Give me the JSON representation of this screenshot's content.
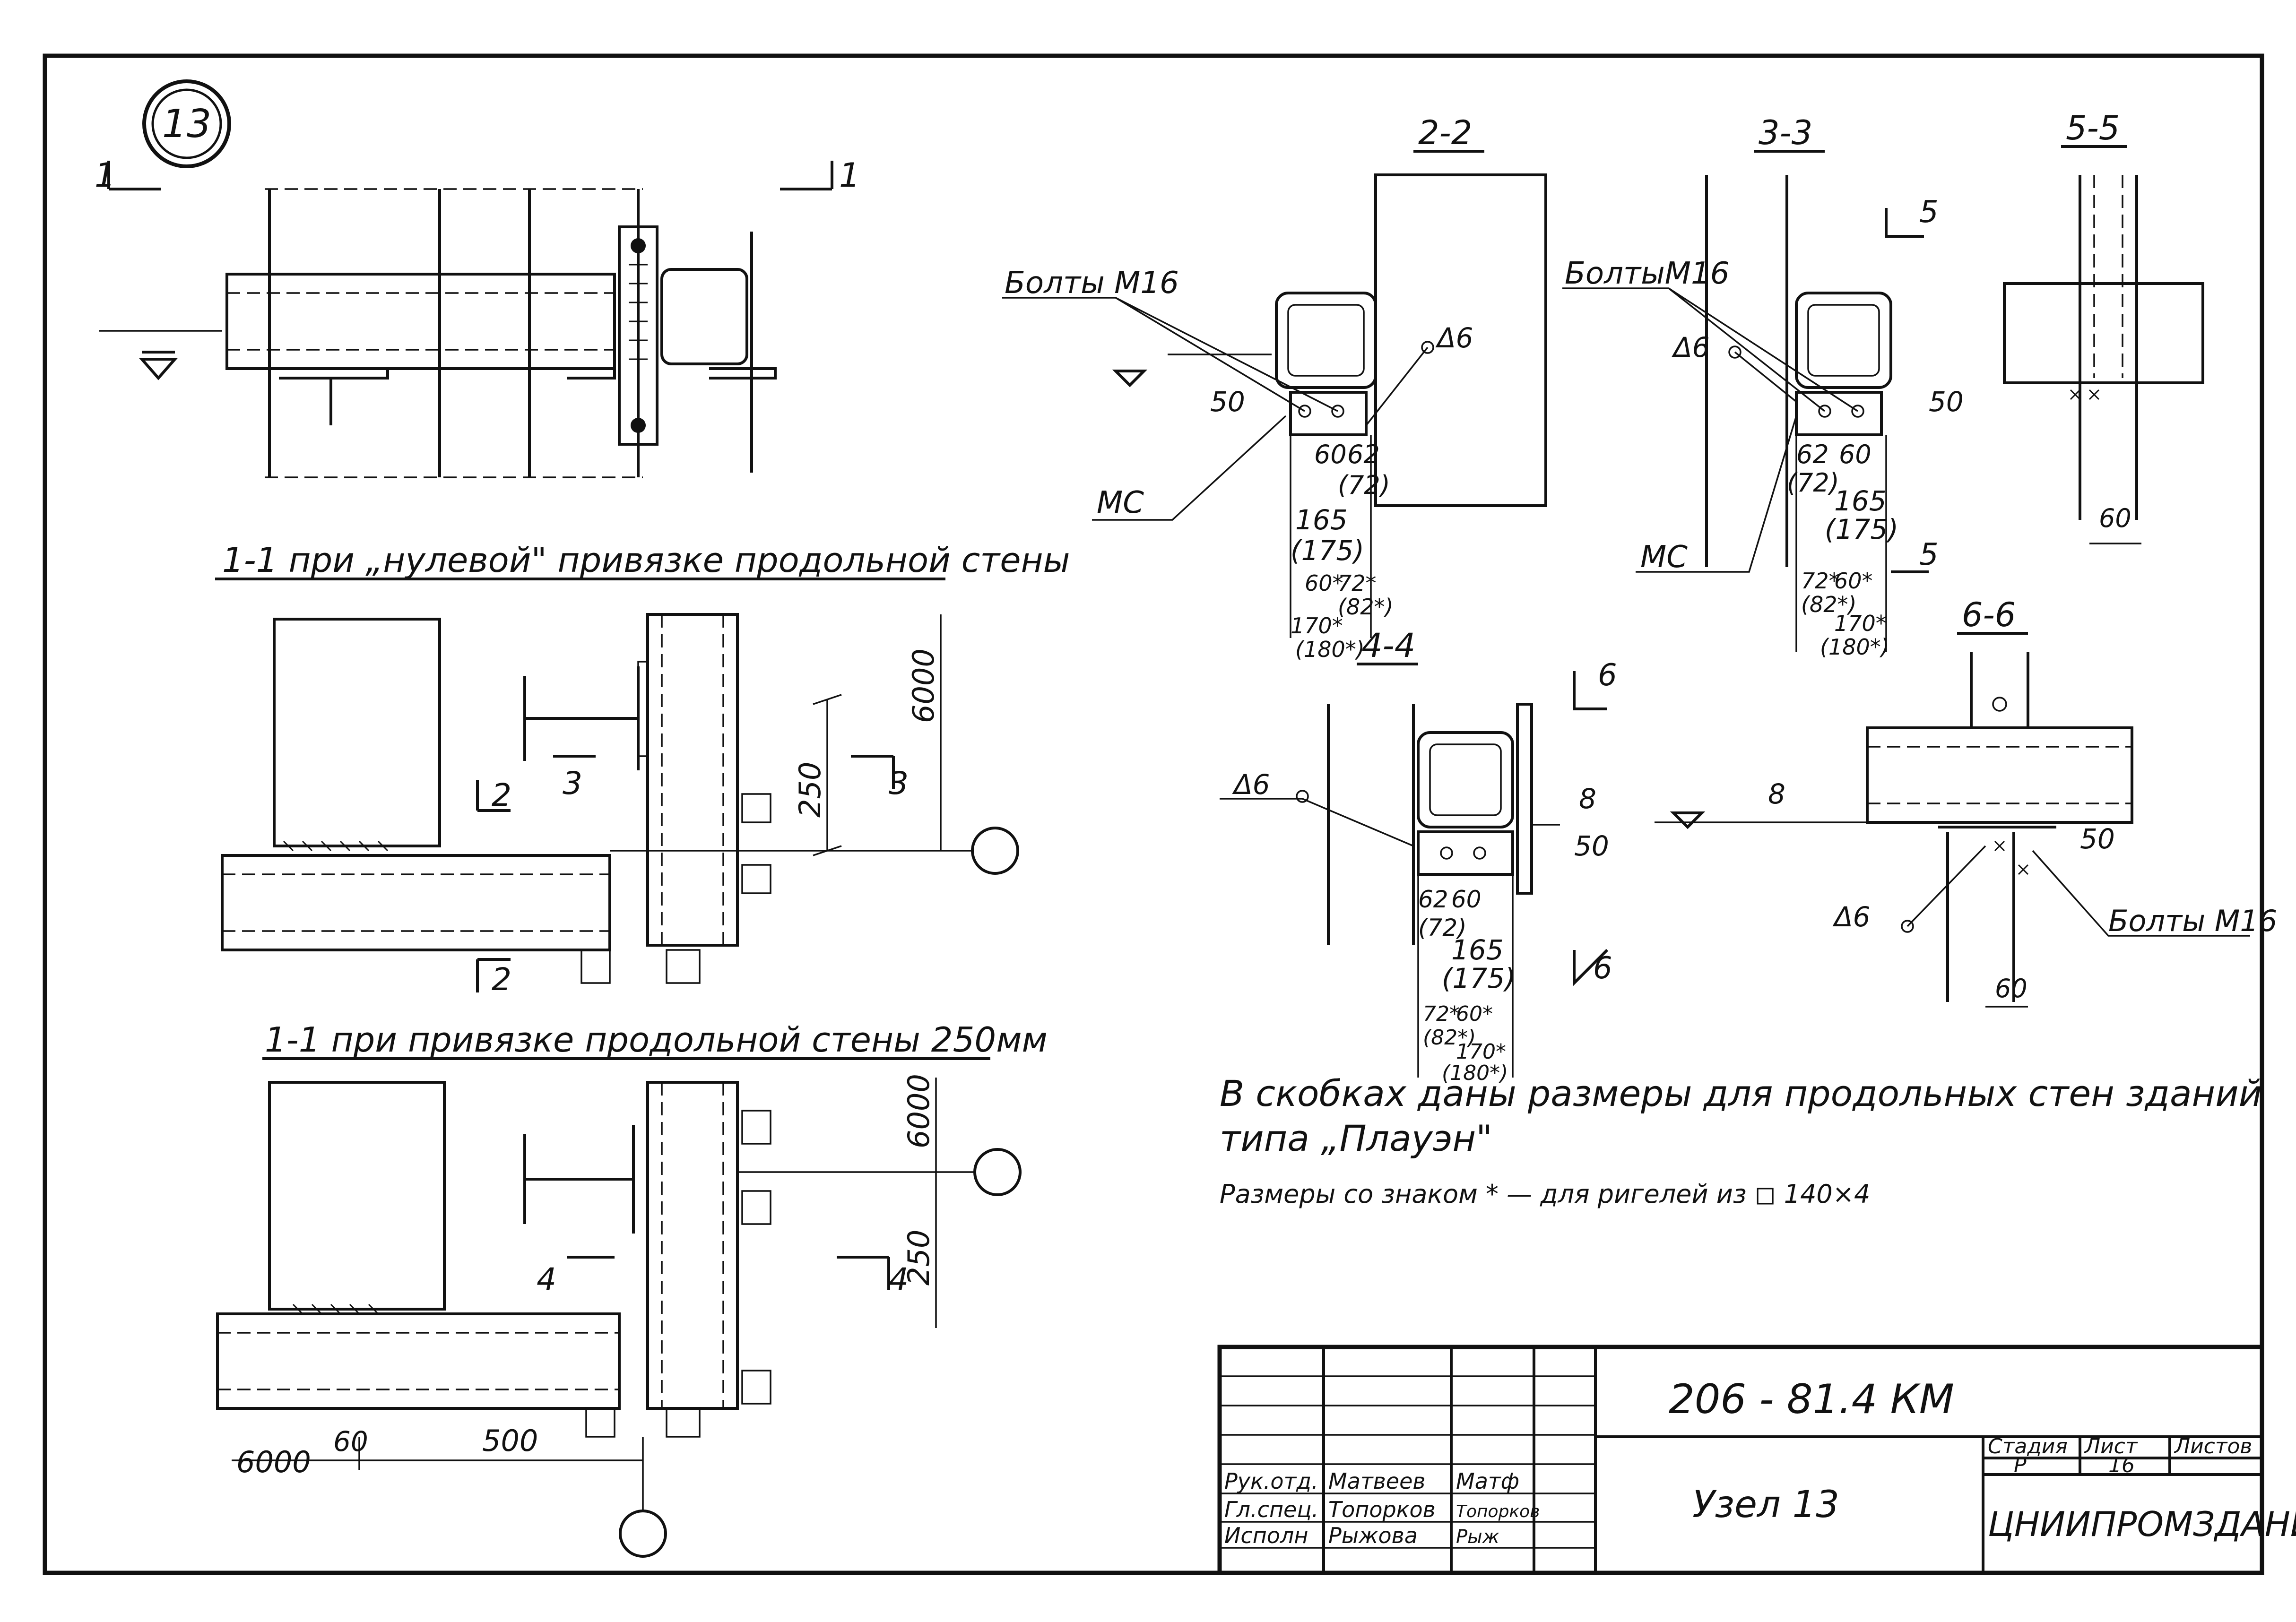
{
  "sheet": {
    "node_number": "13",
    "designation": "206 - 81.4 КМ",
    "node_title": "Узел 13",
    "organization": "ЦНИИПРОМЗДАНИЙ"
  },
  "title_block": {
    "header_labels": [
      "Стадия",
      "Лист",
      "Листов"
    ],
    "stage": "Р",
    "sheet_no": "16",
    "sheets_total": "",
    "roles": [
      {
        "role": "Рук.отд.",
        "name": "Матвеев",
        "signature": "Матф"
      },
      {
        "role": "Гл.спец.",
        "name": "Топорков",
        "signature": "Топорков"
      },
      {
        "role": "Исполн",
        "name": "Рыжова",
        "signature": "Рыж"
      }
    ]
  },
  "sections": {
    "plan_cut_left": "1",
    "plan_cut_right": "1",
    "view_1_1_zero": "1-1 при „нулевой\" привязке продольной стены",
    "view_1_1_250": "1-1 при привязке продольной стены 250мм",
    "sec_2_2": "2-2",
    "sec_3_3": "3-3",
    "sec_4_4": "4-4",
    "sec_5_5": "5-5",
    "sec_6_6": "6-6"
  },
  "cut_marks": {
    "c2": "2",
    "c3": "3",
    "c4": "4",
    "c5": "5",
    "c6": "6"
  },
  "labels": {
    "bolts": "Болты М16",
    "bolts_alt": "БолтыМ16",
    "mc": "МС",
    "weld": "Δ6",
    "weld8": "8"
  },
  "dimensions": {
    "d6000": "6000",
    "d250": "250",
    "d500": "500",
    "d60": "60",
    "d50": "50",
    "d62": "62",
    "d72b": "(72)",
    "d165": "165",
    "d175b": "(175)",
    "d60s": "60*",
    "d72s": "72*",
    "d82sb": "(82*)",
    "d170s": "170*",
    "d180sb": "(180*)"
  },
  "notes": {
    "note1_line1": "В скобках даны размеры для продольных стен зданий",
    "note1_line2": "типа „Плауэн\"",
    "note2": "Размеры со знаком * — для ригелей из ◻ 140×4"
  },
  "icons": [
    "node-number-circle",
    "axis-marker-circle",
    "level-mark-icon",
    "weld-mark-icon"
  ]
}
